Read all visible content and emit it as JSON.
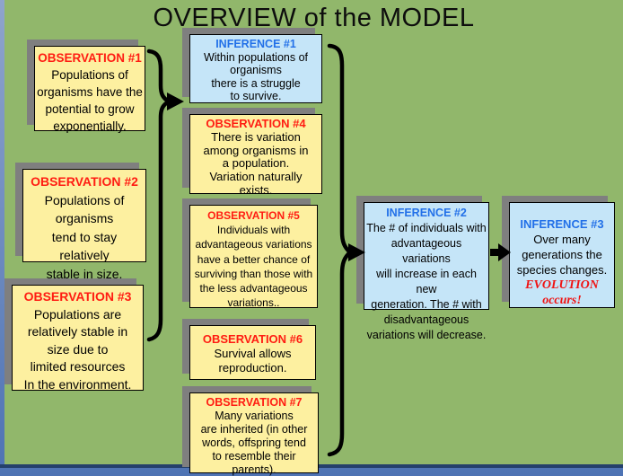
{
  "title": "OVERVIEW of the MODEL",
  "boxes": {
    "obs1": {
      "title": "OBSERVATION #1",
      "body": "Populations of\norganisms have the\npotential to grow\nexponentially."
    },
    "obs2": {
      "title": "OBSERVATION #2",
      "body": "Populations of\norganisms\ntend to stay\nrelatively\nstable in size."
    },
    "obs3": {
      "title": "OBSERVATION #3",
      "body": "Populations are\nrelatively stable in\nsize due to\nlimited resources\nIn the environment."
    },
    "inf1": {
      "title": "INFERENCE #1",
      "body": "Within populations of\norganisms\nthere is a struggle\nto survive."
    },
    "obs4": {
      "title": "OBSERVATION #4",
      "body": "There is variation\namong organisms in\na population.\nVariation naturally\nexists."
    },
    "obs5": {
      "title": "OBSERVATION #5",
      "body": "Individuals with\nadvantageous variations\nhave a better chance of\nsurviving than those with\nthe less advantageous\nvariations.."
    },
    "obs6": {
      "title": "OBSERVATION #6",
      "body": "Survival allows\nreproduction."
    },
    "obs7": {
      "title": "OBSERVATION #7",
      "body": "Many variations\nare inherited (in other\nwords, offspring tend\nto resemble their\nparents)."
    },
    "inf2": {
      "title": "INFERENCE #2",
      "body": "The # of individuals with\nadvantageous variations\nwill increase in each new\ngeneration.  The # with\ndisadvantageous\nvariations will decrease."
    },
    "inf3": {
      "title": "INFERENCE #3",
      "body": "Over many\ngenerations the\nspecies changes.",
      "emphasis": "EVOLUTION\noccurs!"
    }
  },
  "colors": {
    "slide_background": "#91b76b",
    "observation_box_fill": "#fdf0a0",
    "inference_box_fill": "#c5e5f8",
    "observation_title": "#ff1c12",
    "inference_title": "#2270e8",
    "emphasis_text": "#f01212",
    "box_shadow": "#7f7f7f",
    "arrow": "#000000",
    "window_frame": "#4e73b4"
  }
}
